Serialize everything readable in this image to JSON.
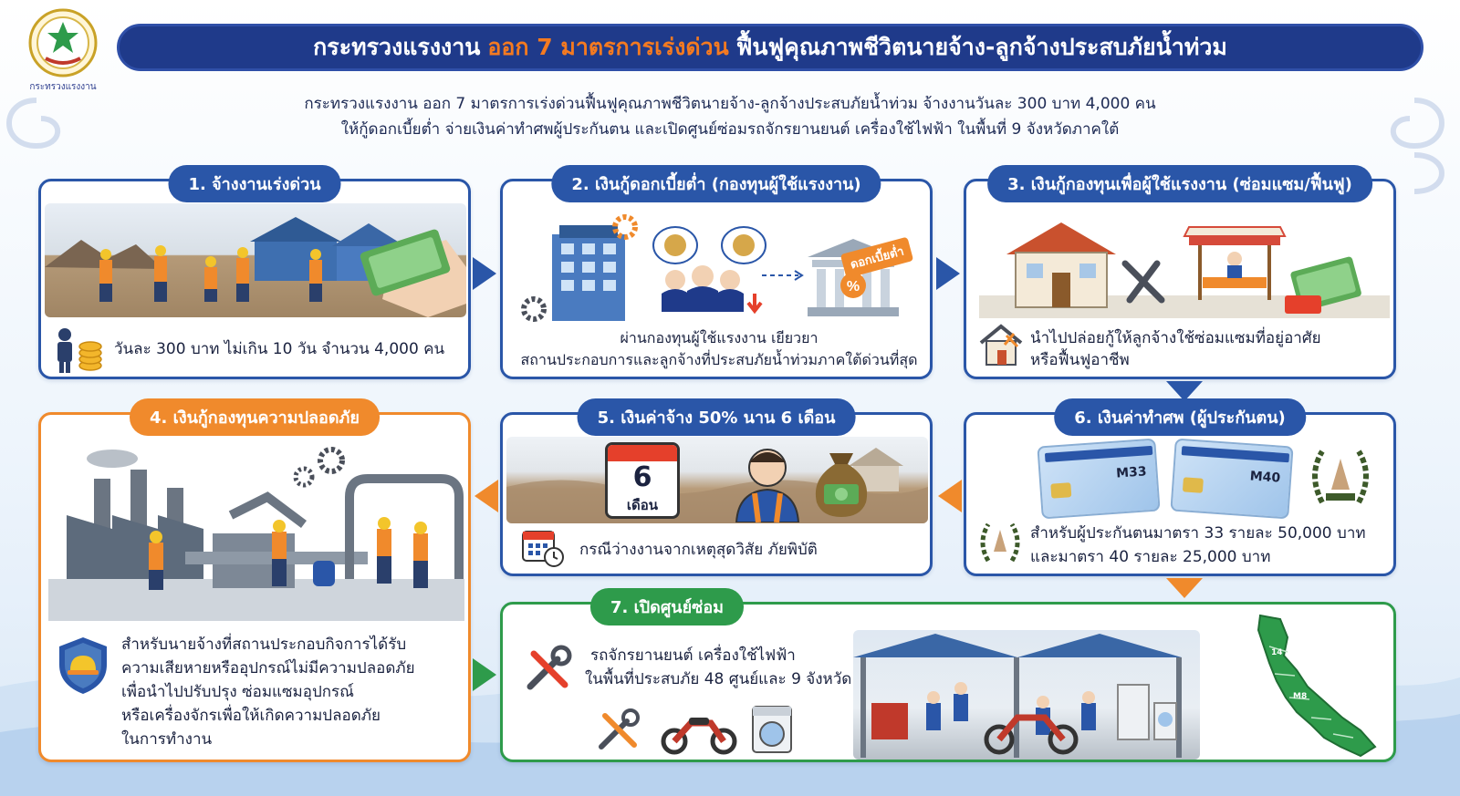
{
  "logo": {
    "caption": "กระทรวงแรงงาน"
  },
  "title": {
    "part1": "กระทรวงแรงงาน",
    "part2": "ออก 7 มาตรการเร่งด่วน",
    "part3": "ฟื้นฟูคุณภาพชีวิตนายจ้าง-ลูกจ้างประสบภัยน้ำท่วม"
  },
  "intro": {
    "line1": "กระทรวงแรงงาน ออก 7 มาตรการเร่งด่วนฟื้นฟูคุณภาพชีวิตนายจ้าง-ลูกจ้างประสบภัยน้ำท่วม จ้างงานวันละ 300 บาท 4,000 คน",
    "line2": "ให้กู้ดอกเบี้ยต่ำ จ่ายเงินค่าทำศพผู้ประกันตน และเปิดศูนย์ซ่อมรถจักรยานยนต์ เครื่องใช้ไฟฟ้า ในพื้นที่ 9 จังหวัดภาคใต้"
  },
  "measures": [
    {
      "title": "1. จ้างงานเร่งด่วน",
      "text": "วันละ 300 บาท ไม่เกิน 10 วัน จำนวน 4,000 คน"
    },
    {
      "title": "2. เงินกู้ดอกเบี้ยต่ำ (กองทุนผู้ใช้แรงงาน)",
      "tag": "ดอกเบี้ยต่ำ",
      "text1": "ผ่านกองทุนผู้ใช้แรงงาน เยียวยา",
      "text2": "สถานประกอบการและลูกจ้างที่ประสบภัยน้ำท่วมภาคใต้ด่วนที่สุด"
    },
    {
      "title": "3. เงินกู้กองทุนเพื่อผู้ใช้แรงงาน (ซ่อมแซม/ฟื้นฟู)",
      "text1": "นำไปปล่อยกู้ให้ลูกจ้างใช้ซ่อมแซมที่อยู่อาศัย",
      "text2": "หรือฟื้นฟูอาชีพ"
    },
    {
      "title": "4. เงินกู้กองทุนความปลอดภัย",
      "text1": "สำหรับนายจ้างที่สถานประกอบกิจการได้รับ",
      "text2": "ความเสียหายหรืออุปกรณ์ไม่มีความปลอดภัย",
      "text3": "เพื่อนำไปปรับปรุง ซ่อมแซมอุปกรณ์",
      "text4": "หรือเครื่องจักรเพื่อให้เกิดความปลอดภัย",
      "text5": "ในการทำงาน"
    },
    {
      "title": "5. เงินค่าจ้าง 50% นาน 6 เดือน",
      "cal_num": "6",
      "cal_unit": "เดือน",
      "text": "กรณีว่างงานจากเหตุสุดวิสัย ภัยพิบัติ"
    },
    {
      "title": "6. เงินค่าทำศพ (ผู้ประกันตน)",
      "card1": "M33",
      "card2": "M40",
      "text1": "สำหรับผู้ประกันตนมาตรา 33 รายละ 50,000 บาท",
      "text2": "และมาตรา 40 รายละ 25,000 บาท"
    },
    {
      "title": "7. เปิดศูนย์ซ่อม",
      "text1": "รถจักรยานยนต์ เครื่องใช้ไฟฟ้า",
      "text2": "ในพื้นที่ประสบภัย 48 ศูนย์และ 9 จังหวัด",
      "map_label1": "14",
      "map_label2": "M8"
    }
  ],
  "colors": {
    "navy": "#1f3a8a",
    "blue": "#2a56a8",
    "orange": "#f08a2c",
    "green": "#2e9b4b",
    "accent_orange": "#f47a20"
  }
}
